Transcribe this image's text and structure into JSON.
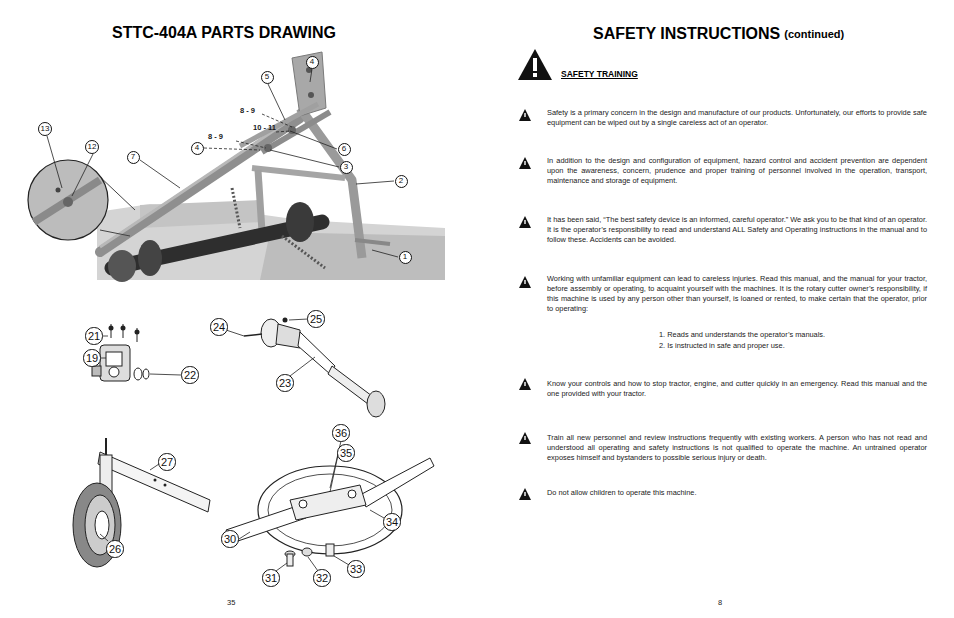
{
  "diagram": {
    "title": "STTC-404A PARTS DRAWING",
    "nodes": [
      {
        "text": [
          "4"
        ]
      },
      {
        "text": [
          "5"
        ]
      },
      {
        "text": [
          "13"
        ]
      },
      {
        "text": [
          "12"
        ]
      },
      {
        "text": [
          "7"
        ]
      },
      {
        "text": [
          "4"
        ]
      },
      {
        "text": [
          "6"
        ]
      },
      {
        "text": [
          "3"
        ]
      },
      {
        "text": [
          "2"
        ]
      },
      {
        "text": [
          "1"
        ]
      },
      {
        "text": [
          "25"
        ]
      },
      {
        "text": [
          "24"
        ]
      },
      {
        "text": [
          "21"
        ]
      },
      {
        "text": [
          "19"
        ]
      },
      {
        "text": [
          "22"
        ]
      },
      {
        "text": [
          "23"
        ]
      },
      {
        "text": [
          "36"
        ]
      },
      {
        "text": [
          "35"
        ]
      },
      {
        "text": [
          "27"
        ]
      },
      {
        "text": [
          "34"
        ]
      },
      {
        "text": [
          "30"
        ]
      },
      {
        "text": [
          "26"
        ]
      },
      {
        "text": [
          "33"
        ]
      },
      {
        "text": [
          "31"
        ]
      },
      {
        "text": [
          "32"
        ]
      }
    ],
    "labels": [
      "SAFETY INSTRUCTIONS",
      "(continued)",
      "SAFETY TRAINING",
      "8 - 9",
      "10 - 11",
      "8 - 9",
      "Safety is a primary concern in the design and manufacture of our products. Unfortunately, our efforts to provide safe equipment can be wiped out by a single careless act of an operator.",
      "In addition to the design and configuration of equipment, hazard control and accident prevention are dependent upon the awareness, concern, prudence and proper training of personnel involved in the operation, transport, maintenance and storage of equipment.",
      "It has been said, “The best safety device is an informed, careful operator.” We ask you to be that kind of an operator. It is the operator’s responsibility to read and understand ALL Safety and Operating instructions in the manual and to follow these. Accidents can be avoided.",
      "Working with unfamiliar equipment can lead to careless injuries. Read this manual, and the manual for your tractor, before assembly or operating, to acquaint yourself with the machines. It is the rotary cutter owner’s responsibility, if this machine is used by any person other than yourself, is loaned or rented, to make certain that the operator, prior to operating:",
      "1. Reads and understands the operator’s manuals.",
      "2. Is instructed in safe and proper use.",
      "Know your controls and how to stop tractor, engine, and cutter quickly in an emergency. Read this manual and the one provided with your tractor.",
      "Train all new personnel and review instructions frequently with existing workers. A person who has not read and understood all operating and safety instructions is not qualified to operate the machine. An untrained operator exposes himself and bystanders to possible serious injury or death.",
      "Do not allow children to operate this machine.",
      "35",
      "8"
    ]
  }
}
